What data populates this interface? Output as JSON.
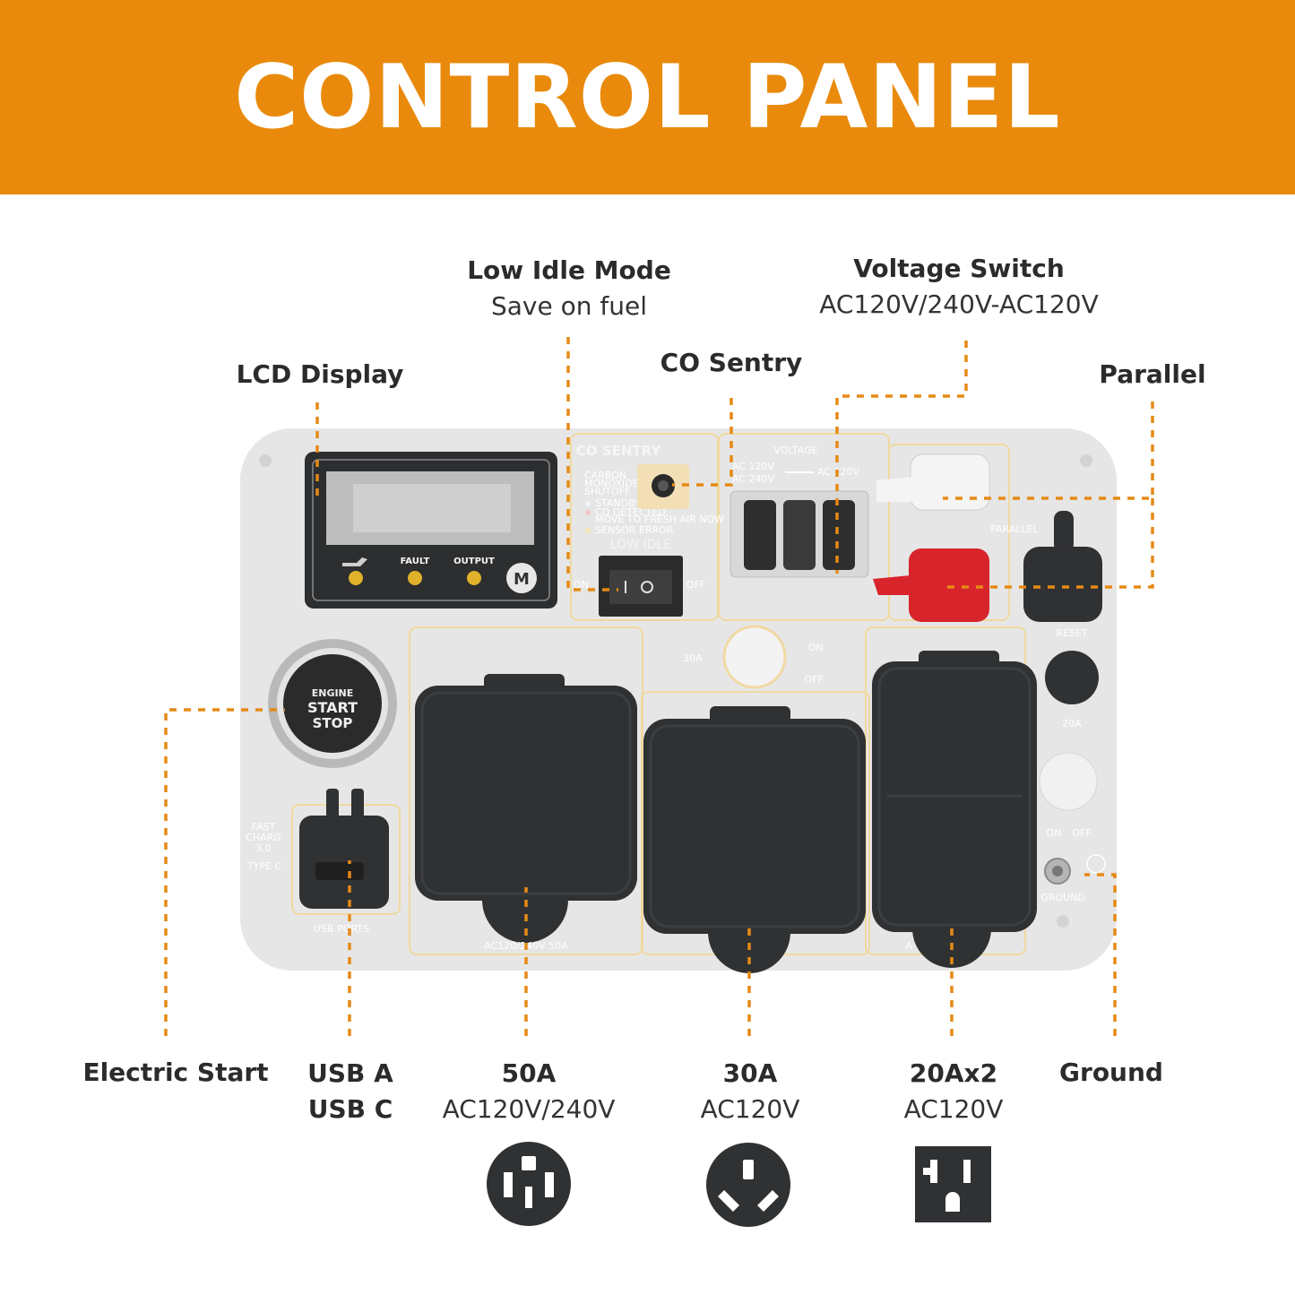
{
  "header": {
    "title": "CONTROL PANEL"
  },
  "colors": {
    "banner": "#e98a0c",
    "leader": "#e58a15",
    "panel": "#e6e6e6",
    "cover": "#2f3133",
    "red_terminal": "#d8242b"
  },
  "callouts": {
    "low_idle": {
      "title": "Low Idle Mode",
      "subtitle": "Save on fuel"
    },
    "voltage_switch": {
      "title": "Voltage Switch",
      "subtitle": "AC120V/240V-AC120V"
    },
    "lcd_display": {
      "title": "LCD Display"
    },
    "co_sentry": {
      "title": "CO Sentry"
    },
    "parallel": {
      "title": "Parallel"
    },
    "electric_start": {
      "title": "Electric Start"
    },
    "usb": {
      "line1": "USB A",
      "line2": "USB C"
    },
    "outlet_50a": {
      "title": "50A",
      "subtitle": "AC120V/240V",
      "icon": "nema-14-50-outlet-icon"
    },
    "outlet_30a": {
      "title": "30A",
      "subtitle": "AC120V",
      "icon": "tt-30-outlet-icon"
    },
    "outlet_20a": {
      "title": "20Ax2",
      "subtitle": "AC120V",
      "icon": "nema-5-20-outlet-icon"
    },
    "ground": {
      "title": "Ground"
    }
  },
  "panel_labels": {
    "lcd_fault": "FAULT",
    "lcd_output": "OUTPUT",
    "lcd_mode": "M",
    "co_brand": "CO SENTRY",
    "co_desc_1": "CARBON",
    "co_desc_2": "MONOXIDE",
    "co_desc_3": "SHUTOFF",
    "co_standby": "STANDBY",
    "co_detected": "CO DETECTED",
    "co_move": "MOVE TO FRESH AIR NOW",
    "co_error": "SENSOR ERROR",
    "low_idle": "LOW IDLE",
    "low_idle_on": "ON",
    "low_idle_off": "OFF",
    "voltage": "VOLTAGE",
    "voltage_left_1": "AC 120V",
    "voltage_left_2": "AC 240V",
    "voltage_right": "AC 120V",
    "parallel": "PARALLEL",
    "reset": "RESET",
    "breaker_30a": "30A",
    "breaker_on": "ON",
    "breaker_off": "OFF",
    "breaker_20a": "20A",
    "breaker2_on": "ON",
    "breaker2_off": "OFF",
    "ground": "GROUND",
    "engine": "ENGINE",
    "start": "START",
    "stop": "STOP",
    "fast_1": "FAST",
    "fast_2": "CHARG",
    "fast_3": "3.0",
    "type_c": "TYPE C",
    "usb_ports": "USB PORTS",
    "outlet_50a_label": "AC120/240V 50A",
    "outlet_20a_label": "A"
  }
}
